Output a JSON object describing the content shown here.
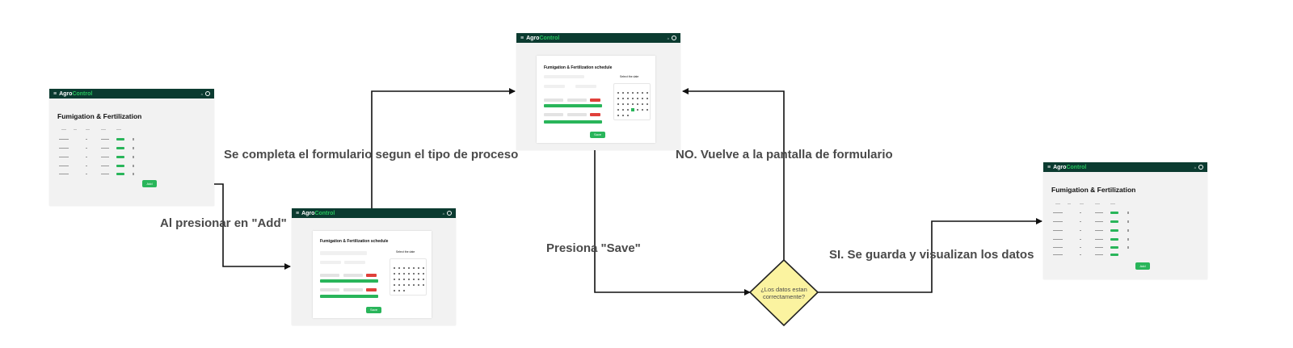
{
  "labels": {
    "add": "Al presionar en \"Add\"",
    "form": "Se completa el formulario segun el tipo de proceso",
    "save": "Presiona \"Save\"",
    "no": "NO. Vuelve a la pantalla de formulario",
    "si": "SI. Se guarda y visualizan los datos"
  },
  "decision": {
    "text": "¿Los datos estan correctamente?"
  },
  "screens": {
    "logo_a": "Agro",
    "logo_b": "Control",
    "list_title": "Fumigation & Fertilization",
    "form_title": "Fumigation & Fertilization schedule",
    "calendar_title": "Select the date",
    "add_button": "Add",
    "save_button": "Save"
  },
  "colors": {
    "header": "#0b3b30",
    "accent": "#29b55a",
    "danger": "#e0403a",
    "decision_fill": "#fbf3a0",
    "arrow": "#111111"
  }
}
